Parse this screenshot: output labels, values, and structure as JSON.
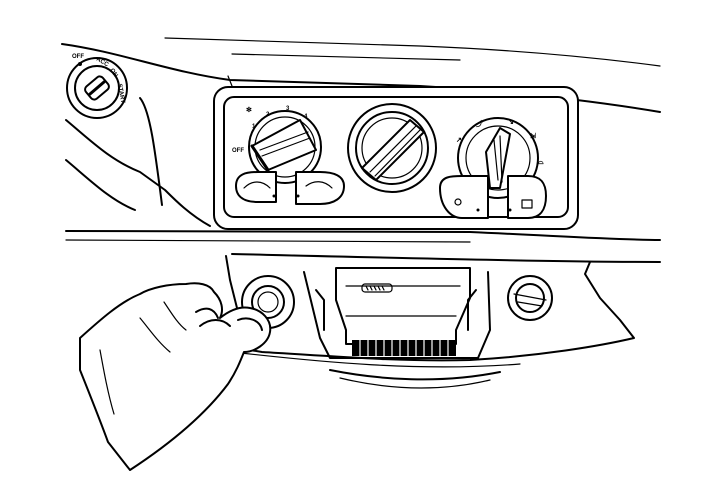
{
  "ignition": {
    "off_label": "OFF",
    "acc_label": "ACC",
    "on_label": "ON",
    "start_label": "START"
  },
  "fan_dial": {
    "off_label": "OFF",
    "speed_labels": [
      "1",
      "2",
      "3",
      "4"
    ]
  }
}
